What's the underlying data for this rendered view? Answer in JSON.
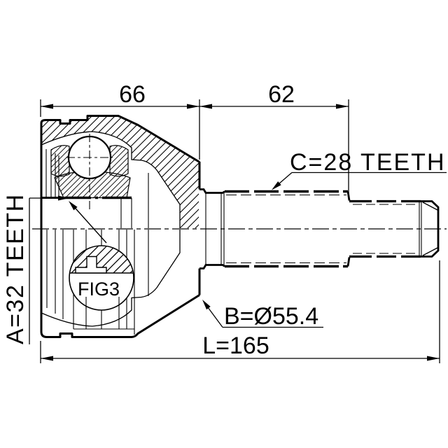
{
  "drawing": {
    "type": "technical-drawing",
    "subject": "cv-joint-outer",
    "colors": {
      "line": "#000000",
      "background": "#ffffff"
    },
    "labels": {
      "joint_width": "66",
      "spline_length": "62",
      "outer_teeth": "C=28 TEETH",
      "inner_teeth": "A=32 TEETH",
      "outer_diameter": "B=Ø55.4",
      "total_length": "L=165",
      "figure_reference": "FIG3"
    }
  }
}
